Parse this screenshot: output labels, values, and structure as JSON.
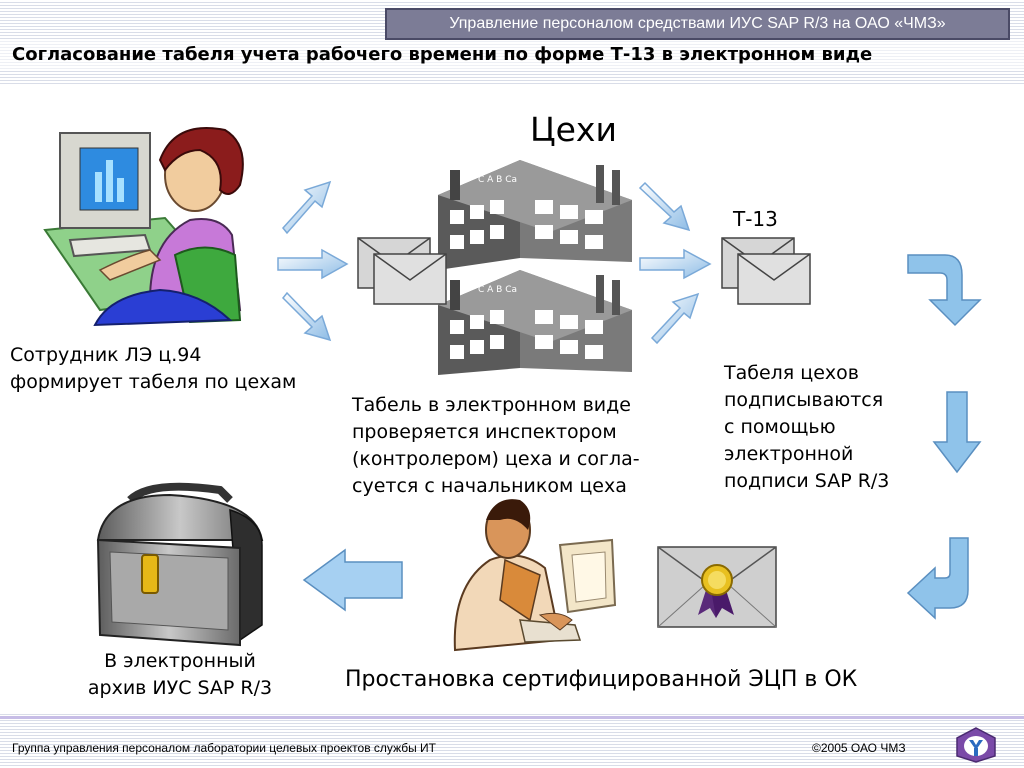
{
  "header": {
    "banner": "Управление персоналом средствами ИУС SAP R/3 на ОАО «ЧМЗ»",
    "title": "Согласование табеля учета рабочего времени по форме Т-13 в электронном виде"
  },
  "diagram": {
    "workshops_title": "Цехи",
    "t13_label": "Т-13",
    "employee_caption": "Сотрудник ЛЭ ц.94\nформирует табеля по цехам",
    "inspector_caption": "Табель в электронном виде\nпроверяется инспектором\n(контролером) цеха и согла-\nсуется с начальником цеха",
    "signed_caption": "Табеля цехов\nподписываются\nс помощью\nэлектронной\nподписи SAP R/3",
    "ecp_caption": "Простановка сертифицированной ЭЦП в ОК",
    "archive_caption": "В электронный\nархив ИУС SAP R/3",
    "factory_sign": "С А В Са"
  },
  "footer": {
    "left": "Группа управления персоналом лаборатории целевых проектов службы ИТ",
    "right": "©2005 ОАО ЧМЗ"
  },
  "colors": {
    "banner_bg": "#7c7c96",
    "arrow_fill": "#9ec8ea",
    "arrow_stroke": "#5a8fc0",
    "factory_gray": "#6e6e6e",
    "footer_line": "#c7bde6"
  }
}
